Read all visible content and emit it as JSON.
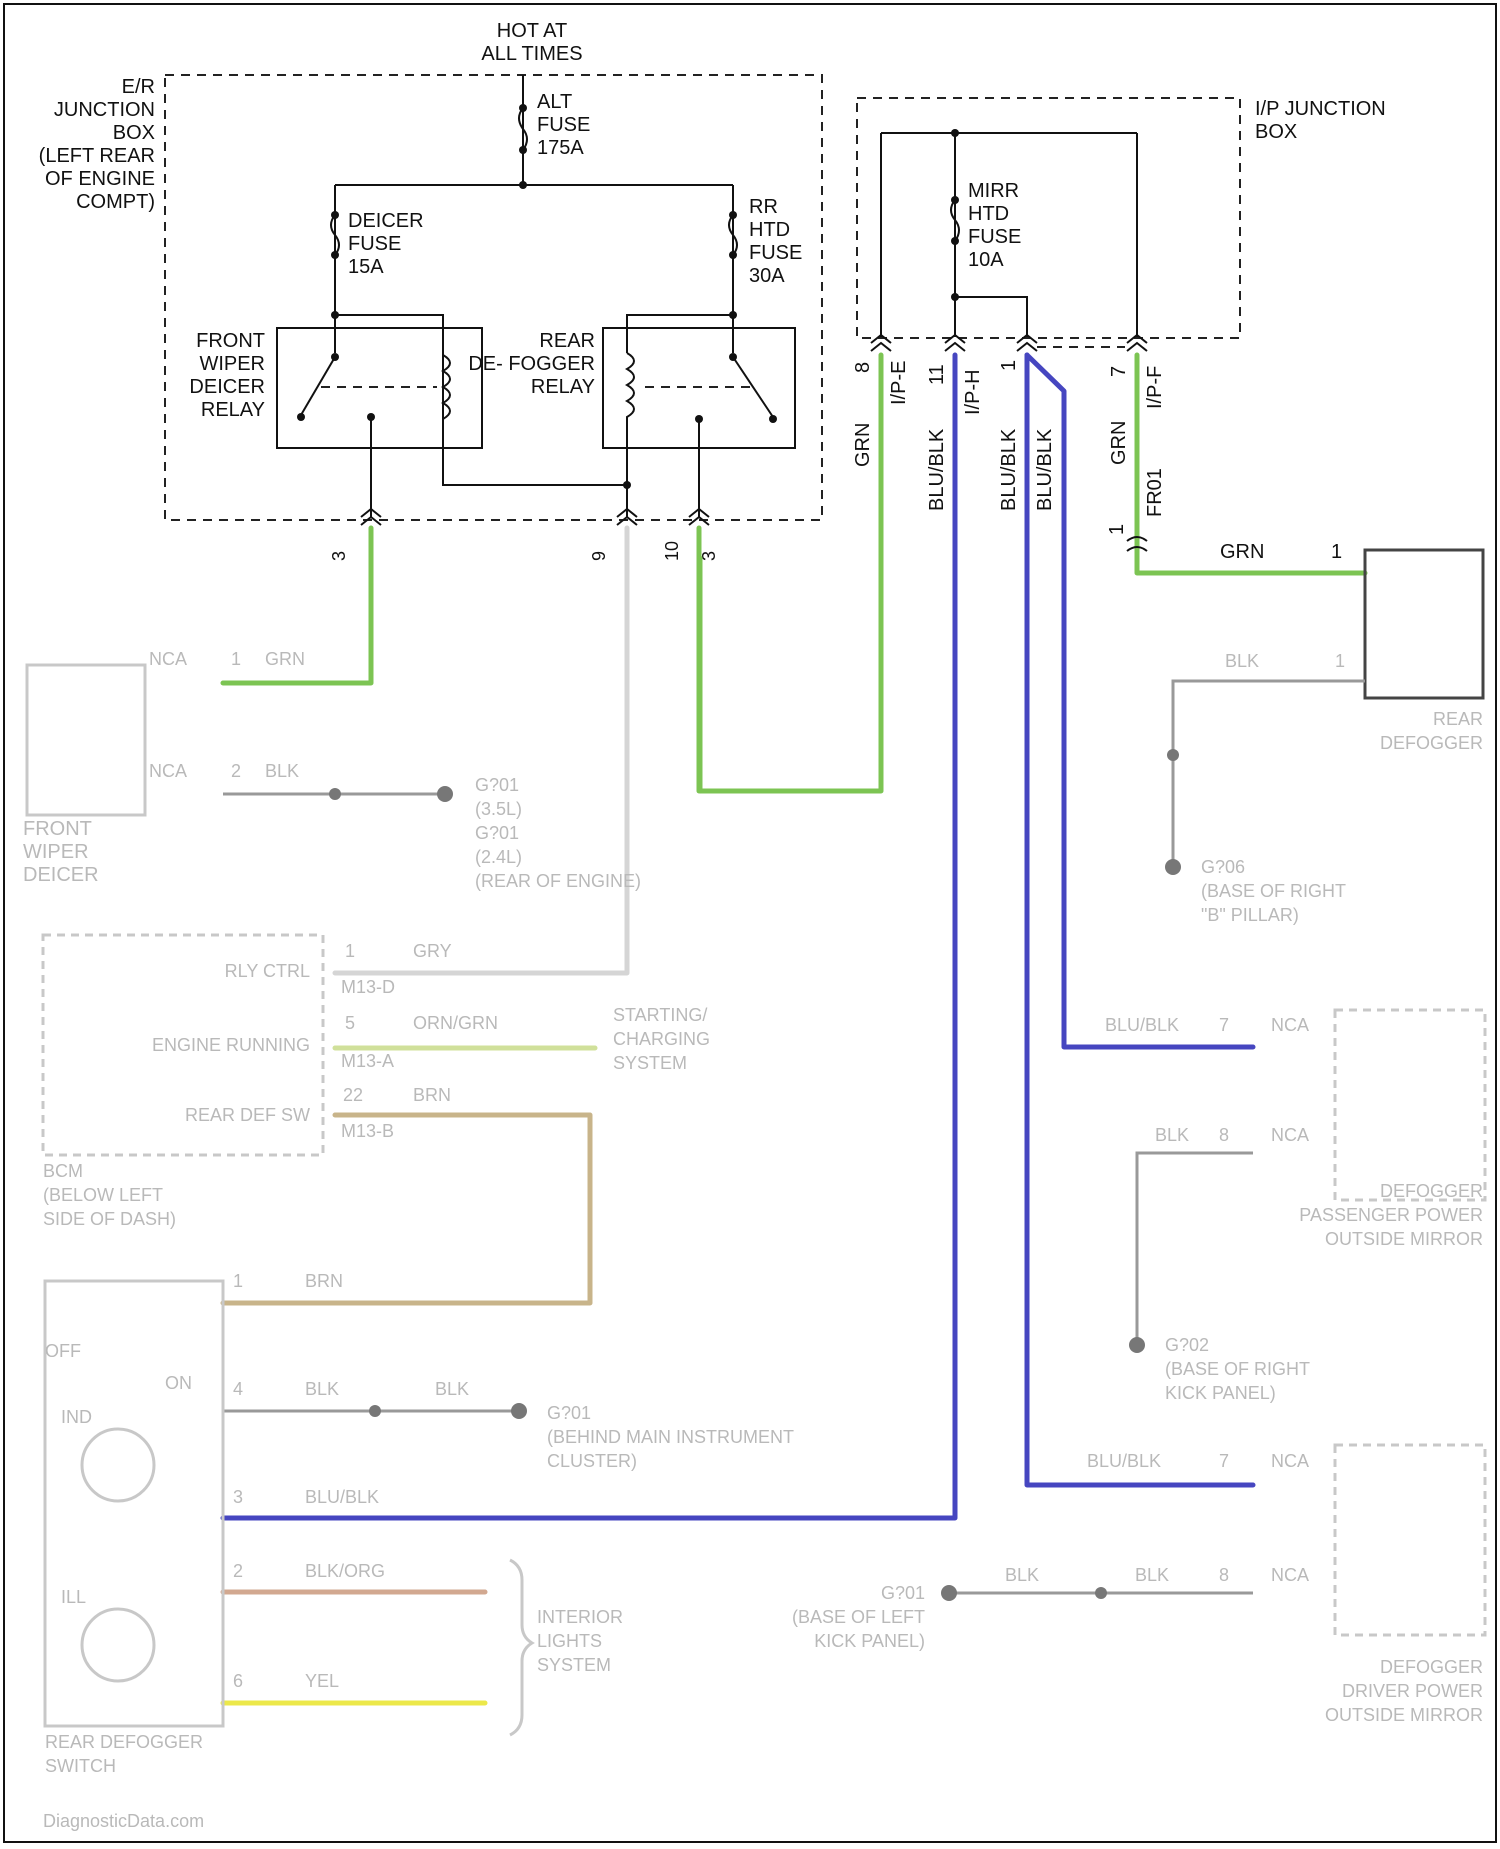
{
  "diagram": {
    "power_source": "HOT AT\nALL TIMES",
    "colors": {
      "grn": "#7cc453",
      "blu_blk": "#4646c0",
      "gry": "#d5d5d5",
      "brn": "#c8b48a",
      "org": "#d0e09a",
      "blk_org": "#d2a890",
      "yel": "#ece84a"
    },
    "er_junction_box": {
      "label": "E/R\nJUNCTION\nBOX\n(LEFT REAR\nOF ENGINE\nCOMPT)",
      "alt_fuse": "ALT\nFUSE\n175A",
      "deicer_fuse": "DEICER\nFUSE\n15A",
      "rr_htd_fuse": "RR\nHTD\nFUSE\n30A",
      "front_relay": "FRONT\nWIPER\nDEICER\nRELAY",
      "rear_relay": "REAR\nDE- FOGGER\nRELAY",
      "pins": [
        "3",
        "9",
        "10",
        "3"
      ]
    },
    "ip_junction_box": {
      "label": "I/P JUNCTION\nBOX",
      "mirr_fuse": "MIRR\nHTD\nFUSE\n10A",
      "connectors": [
        {
          "pin": "8",
          "conn": "I/P-E",
          "wire": "GRN"
        },
        {
          "pin": "11",
          "conn": "I/P-H",
          "wire": "BLU/BLK"
        },
        {
          "pin": "1",
          "conn": "",
          "wire": "BLU/BLK"
        },
        {
          "pin": "7",
          "conn": "I/P-F",
          "wire": "GRN"
        }
      ],
      "extra_wire": "BLU/BLK",
      "fr01_pin": "1",
      "fr01": "FR01"
    },
    "rear_defogger": {
      "wire": "GRN",
      "pin": "1",
      "ground_wire": "BLK",
      "ground_pin": "1",
      "label": "REAR\nDEFOGGER",
      "ground_label": "G?06\n(BASE OF RIGHT\n\"B\" PILLAR)"
    },
    "front_wiper_deicer": {
      "label": "FRONT\nWIPER\nDEICER",
      "pin1": "1",
      "pin1_wire": "GRN",
      "pin1_conn": "NCA",
      "pin2": "2",
      "pin2_wire": "BLK",
      "pin2_conn": "NCA",
      "ground_label": "G?01\n(3.5L)\nG?01\n(2.4L)\n(REAR OF ENGINE)"
    },
    "bcm": {
      "label": "BCM\n(BELOW LEFT\nSIDE OF DASH)",
      "rly_ctrl": "RLY CTRL",
      "rly_pin": "1",
      "rly_wire": "GRY",
      "rly_conn": "M13-D",
      "engine_running": "ENGINE RUNNING",
      "eng_pin": "5",
      "eng_wire": "ORN/GRN",
      "eng_conn": "M13-A",
      "rear_def_sw": "REAR DEF SW",
      "sw_pin": "22",
      "sw_wire": "BRN",
      "sw_conn": "M13-B",
      "starting_system": "STARTING/\nCHARGING\nSYSTEM"
    },
    "switch": {
      "label": "REAR DEFOGGER\nSWITCH",
      "off": "OFF",
      "on": "ON",
      "ind": "IND",
      "ill": "ILL",
      "p1": "1",
      "p1_wire": "BRN",
      "p4": "4",
      "p4_wire": "BLK",
      "p4_wire2": "BLK",
      "p3": "3",
      "p3_wire": "BLU/BLK",
      "p2": "2",
      "p2_wire": "BLK/ORG",
      "p6": "6",
      "p6_wire": "YEL",
      "ground": "G?01\n(BEHIND MAIN INSTRUMENT\nCLUSTER)",
      "interior": "INTERIOR\nLIGHTS\nSYSTEM"
    },
    "passenger_mirror": {
      "label": "DEFOGGER\nPASSENGER POWER\nOUTSIDE MIRROR",
      "wire": "BLU/BLK",
      "pin": "7",
      "conn": "NCA",
      "gwire": "BLK",
      "gpin": "8",
      "gconn": "NCA",
      "ground": "G?02\n(BASE OF RIGHT\nKICK PANEL)"
    },
    "driver_mirror": {
      "label": "DEFOGGER\nDRIVER POWER\nOUTSIDE MIRROR",
      "wire": "BLU/BLK",
      "pin": "7",
      "conn": "NCA",
      "gwire": "BLK",
      "gwire2": "BLK",
      "gpin": "8",
      "gconn": "NCA",
      "ground": "G?01\n(BASE OF LEFT\nKICK PANEL)"
    },
    "watermark": "DiagnosticData.com"
  }
}
